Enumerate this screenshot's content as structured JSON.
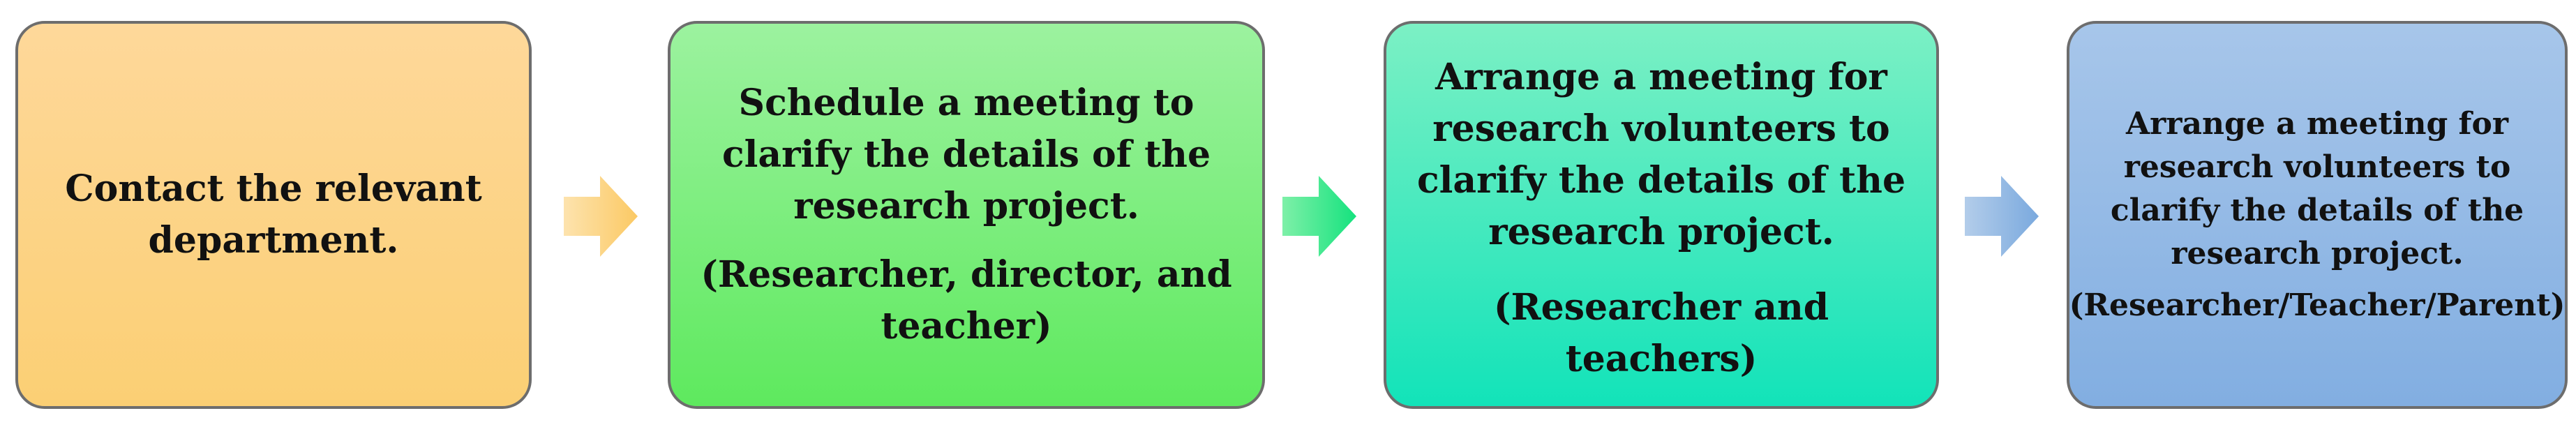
{
  "steps": [
    {
      "text": "Contact the relevant department.",
      "participants": ""
    },
    {
      "text": "Schedule a meeting to clarify the details of the research project.",
      "participants": "(Researcher, director, and teacher)"
    },
    {
      "text": "Arrange a meeting for research volunteers to clarify the details of the research project.",
      "participants": "(Researcher and teachers)"
    },
    {
      "text": "Arrange a meeting for research volunteers to clarify the details of the research project.",
      "participants": "(Researcher/Teacher/Parent)"
    }
  ],
  "colors": {
    "step1": "#fbd27e",
    "step2": "#6ded6d",
    "step3": "#2ee6bc",
    "step4": "#8fb6e3",
    "arrow1": "#fcd27c",
    "arrow2": "#33e98f",
    "arrow3": "#8fb5e3",
    "border": "#6d6d6d"
  }
}
